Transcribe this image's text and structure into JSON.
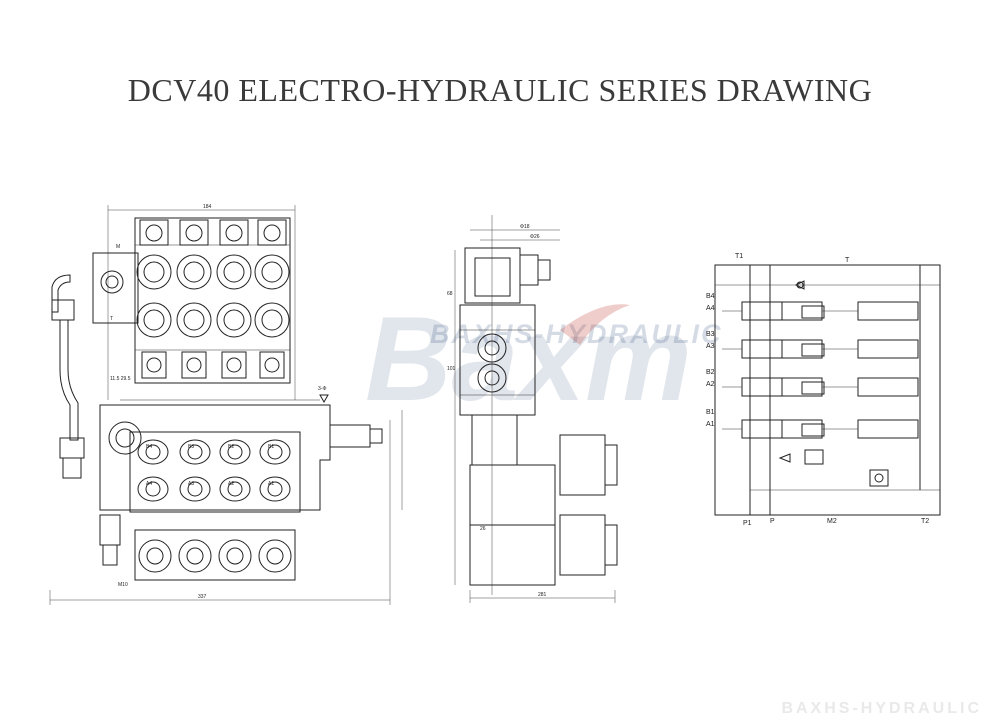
{
  "title": "DCV40 ELECTRO-HYDRAULIC SERIES DRAWING",
  "watermark": {
    "brand": "Baxm",
    "tagline": "BAXHS-HYDRAULIC"
  },
  "corner_mark": "BAXHS-HYDRAULIC",
  "front_view": {
    "dim_top": "184",
    "dim_bottom": "337",
    "label_M": "M",
    "label_T": "T",
    "label_thread": "3-Φ",
    "label_M10": "M10",
    "label_note": "11.5 29.5",
    "port_labels": [
      "B4",
      "B3",
      "B2",
      "B1",
      "A4",
      "A3",
      "A2",
      "A1"
    ]
  },
  "side_view": {
    "dims_top": [
      "Φ18",
      "Φ26"
    ],
    "dims_left": [
      "68",
      "101"
    ],
    "dim_bottom": "281",
    "dim_small": "26"
  },
  "schematic": {
    "ports_top": [
      "T1",
      "T"
    ],
    "ports_left": [
      "B4",
      "A4",
      "B3",
      "A3",
      "B2",
      "A2",
      "B1",
      "A1"
    ],
    "ports_bottom": [
      "P1",
      "P",
      "M2",
      "T2"
    ]
  },
  "colors": {
    "line": "#222222",
    "watermark": "#1f3f74",
    "title": "#3a3a3a"
  }
}
